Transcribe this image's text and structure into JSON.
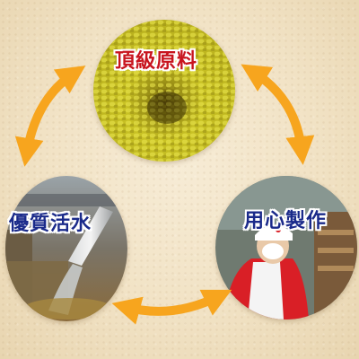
{
  "labels": {
    "top": "頂級原料",
    "left": "優質活水",
    "right": "用心製作"
  },
  "colors": {
    "arrow": "#f7a51e",
    "label_top": "#c8141e",
    "label_process": "#1a2a8a",
    "background": "#f1e2c4"
  }
}
